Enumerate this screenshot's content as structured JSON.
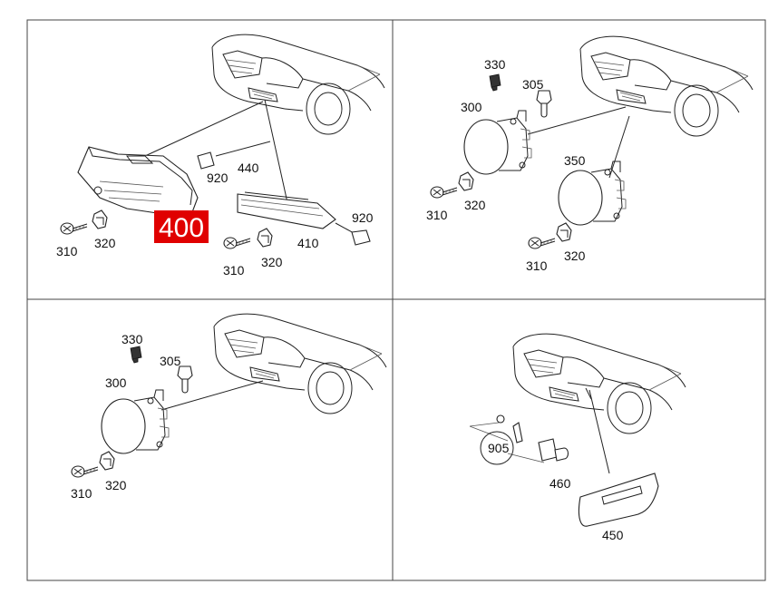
{
  "highlight": {
    "label": "400",
    "color": "#e00000"
  },
  "panel_1": {
    "labels": {
      "p400": "400",
      "p920a": "920",
      "p440": "440",
      "p410": "410",
      "p920b": "920",
      "p310a": "310",
      "p320a": "320",
      "p310b": "310",
      "p320b": "320"
    }
  },
  "panel_2": {
    "labels": {
      "p330": "330",
      "p305": "305",
      "p300": "300",
      "p350": "350",
      "p310a": "310",
      "p320a": "320",
      "p310b": "310",
      "p320b": "320"
    }
  },
  "panel_3": {
    "labels": {
      "p330": "330",
      "p305": "305",
      "p300": "300",
      "p310": "310",
      "p320": "320"
    }
  },
  "panel_4": {
    "labels": {
      "p905": "905",
      "p460": "460",
      "p450": "450"
    }
  }
}
